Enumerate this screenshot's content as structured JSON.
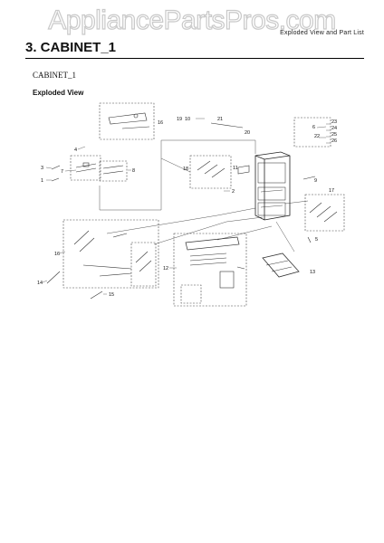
{
  "watermark": {
    "text": "AppliancePartsPros.com"
  },
  "header": {
    "right_text": "Exploded View and Part List"
  },
  "section": {
    "title": "3.  CABINET_1",
    "subtitle": "CABINET_1",
    "view_label": "Exploded View"
  },
  "callouts": {
    "c1": "1",
    "c2": "2",
    "c3": "3",
    "c4": "4",
    "c5": "5",
    "c6": "6",
    "c7": "7",
    "c8": "8",
    "c9": "9",
    "c10": "10",
    "c11": "11",
    "c12": "12",
    "c13": "13",
    "c14": "14",
    "c15": "15",
    "c16": "16",
    "c17": "17",
    "c18": "18",
    "c19": "19",
    "c20": "20",
    "c21": "21",
    "c22": "22",
    "c23": "23",
    "c24": "24",
    "c25": "25",
    "c26": "26"
  }
}
